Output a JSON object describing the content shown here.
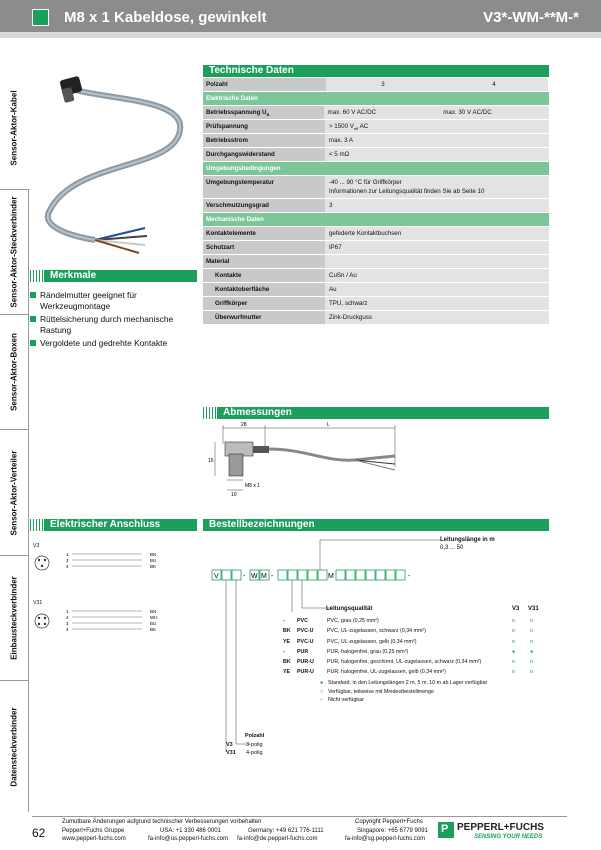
{
  "header": {
    "title": "M8 x 1 Kabeldose, gewinkelt",
    "code": "V3*-WM-**M-*"
  },
  "sidebar": {
    "tabs": [
      "Sensor-Aktor-Kabel",
      "Sensor-Aktor-Steckverbinder",
      "Sensor-Aktor-Boxen",
      "Sensor-Aktor-Verteiler",
      "Einbausteckverbinder",
      "Datensteckverbinder"
    ]
  },
  "tech": {
    "title": "Technische Daten",
    "polzahl_label": "Polzahl",
    "pol3": "3",
    "pol4": "4",
    "sec_electrical": "Elektrische Daten",
    "betriebsspannung_label": "Betriebsspannung U",
    "betriebsspannung_sub": "B",
    "betriebsspannung_3": "max. 60 V AC/DC",
    "betriebsspannung_4": "max. 30 V AC/DC",
    "pruefspannung_label": "Prüfspannung",
    "pruefspannung_val": "> 1500 V",
    "pruefspannung_sub": "eff",
    "pruefspannung_unit": " AC",
    "betriebsstrom_label": "Betriebsstrom",
    "betriebsstrom_val": "max. 3 A",
    "durchgang_label": "Durchgangswiderstand",
    "durchgang_val": "< 5 mΩ",
    "sec_ambient": "Umgebungsbedingungen",
    "umgebungstemp_label": "Umgebungstemperatur",
    "umgebungstemp_val1": "-40 ... 90 °C für Griffkörper",
    "umgebungstemp_val2": "Informationen zur Leitungsqualität finden Sie ab Seite 10",
    "verschmutzung_label": "Verschmutzungsgrad",
    "verschmutzung_val": "3",
    "sec_mechanical": "Mechanische Daten",
    "kontakt_label": "Kontaktelemente",
    "kontakt_val": "gefederte Kontaktbuchsen",
    "schutzart_label": "Schutzart",
    "schutzart_val": "IP67",
    "material_label": "Material",
    "kontakte_label": "Kontakte",
    "kontakte_val": "CuSn / Au",
    "kontaktoberflaeche_label": "Kontaktoberfläche",
    "kontaktoberflaeche_val": "Au",
    "griffkoerper_label": "Griffkörper",
    "griffkoerper_val": "TPU, schwarz",
    "ueberwurf_label": "Überwurfmutter",
    "ueberwurf_val": "Zink-Druckguss"
  },
  "features": {
    "title": "Merkmale",
    "items": [
      "Rändelmutter geeignet für Werkzeugmontage",
      "Rüttelsicherung durch mechanische Rastung",
      "Vergoldete und gedrehte Kontakte"
    ]
  },
  "dimensions": {
    "title": "Abmessungen",
    "d28": "28",
    "dL": "L",
    "d15": "15",
    "d10": "10",
    "thread": "M8 x 1"
  },
  "electrical": {
    "title": "Elektrischer Anschluss",
    "v3_label": "V3",
    "v3_pins": [
      "1",
      "3",
      "4"
    ],
    "v3_colors": [
      "BN",
      "BU",
      "BK"
    ],
    "v31_label": "V31",
    "v31_pins": [
      "1",
      "2",
      "3",
      "4"
    ],
    "v31_colors": [
      "BN",
      "WH",
      "BU",
      "BK"
    ]
  },
  "order": {
    "title": "Bestellbezeichnungen",
    "length_title": "Leitungslänge in m",
    "length_range": "0,3 ... 50",
    "code_parts": [
      "V",
      "-",
      "W",
      "M",
      "-",
      "M",
      "-"
    ],
    "quality_title": "Leitungsqualität",
    "col_v3": "V3",
    "col_v31": "V31",
    "qualities": [
      {
        "pre": "-",
        "code": "PVC",
        "desc": "PVC, grau (0,25 mm²)",
        "v3": "o",
        "v31": "o"
      },
      {
        "pre": "BK",
        "code": "PVC-U",
        "desc": "PVC, UL-zugelassen, schwarz (0,34 mm²)",
        "v3": "o",
        "v31": "o"
      },
      {
        "pre": "YE",
        "code": "PVC-U",
        "desc": "PVC, UL-zugelassen, gelb (0,34 mm²)",
        "v3": "o",
        "v31": "o"
      },
      {
        "pre": "-",
        "code": "PUR",
        "desc": "PUR, halogenfrei, grau (0,25 mm²)",
        "v3": "●",
        "v31": "●"
      },
      {
        "pre": "BK",
        "code": "PUR-U",
        "desc": "PUR, halogenfrei, geschirmt, UL-zugelassen, schwarz (0,34 mm²)",
        "v3": "o",
        "v31": "o"
      },
      {
        "pre": "YE",
        "code": "PUR-U",
        "desc": "PUR, halogenfrei, UL-zugelassen, gelb (0,34 mm²)",
        "v3": "o",
        "v31": "o"
      }
    ],
    "legend": [
      "Standard, in den Leitungslängen 2 m, 5 m, 10 m ab Lager verfügbar",
      "Verfügbar, teilweise mit Mindestbestellmenge",
      "Nicht verfügbar"
    ],
    "legend_marks": [
      "●",
      "○",
      "–"
    ],
    "polzahl_title": "Polzahl",
    "polzahl": [
      {
        "code": "V3",
        "desc": "3-polig"
      },
      {
        "code": "V31",
        "desc": "4-polig"
      }
    ]
  },
  "footer": {
    "page": "62",
    "note": "Zumutbare Änderungen aufgrund technischer Verbesserungen vorbehalten",
    "copyright": "Copyright Pepperl+Fuchs",
    "company": "Pepperl+Fuchs Gruppe",
    "web": "www.pepperl-fuchs.com",
    "usa1": "USA: +1 330 486 0001",
    "usa2": "fa-info@us.pepperl-fuchs.com",
    "de1": "Germany: +49 621 776-1111",
    "de2": "fa-info@de.pepperl-fuchs.com",
    "sg1": "Singapore: +65 6779 9091",
    "sg2": "fa-info@sg.pepperl-fuchs.com",
    "logo": "PEPPERL+FUCHS",
    "slogan": "SENSING YOUR NEEDS"
  },
  "colors": {
    "green": "#1aa05a",
    "header_gray": "#8c8c8c",
    "light_green": "#7cc69a"
  }
}
